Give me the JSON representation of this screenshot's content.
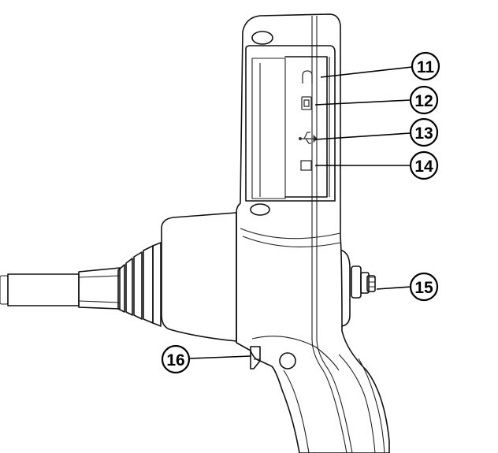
{
  "callouts": [
    {
      "id": "11",
      "label": "11",
      "target": "headphone-port-icon"
    },
    {
      "id": "12",
      "label": "12",
      "target": "mini-usb-port-icon"
    },
    {
      "id": "13",
      "label": "13",
      "target": "usb-symbol-icon"
    },
    {
      "id": "14",
      "label": "14",
      "target": "sd-card-slot-icon"
    },
    {
      "id": "15",
      "label": "15",
      "target": "scroll-wheel"
    },
    {
      "id": "16",
      "label": "16",
      "target": "trigger-latch"
    }
  ]
}
